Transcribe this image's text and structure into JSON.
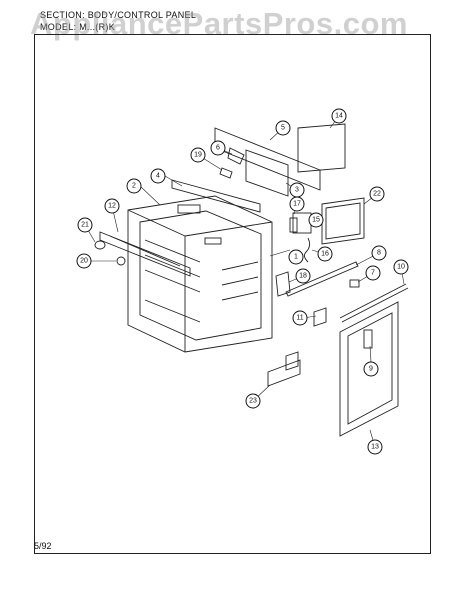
{
  "header": {
    "section_line": "Section: BODY/CONTROL PANEL",
    "model_line": "Model: M...(R)K"
  },
  "watermark": "AppliancePartsPros.com",
  "footer": {
    "date": "5/92"
  },
  "callouts": [
    "1",
    "2",
    "3",
    "4",
    "5",
    "6",
    "7",
    "8",
    "9",
    "10",
    "11",
    "12",
    "13",
    "14",
    "15",
    "16",
    "17",
    "18",
    "19",
    "20",
    "21",
    "22",
    "23"
  ]
}
